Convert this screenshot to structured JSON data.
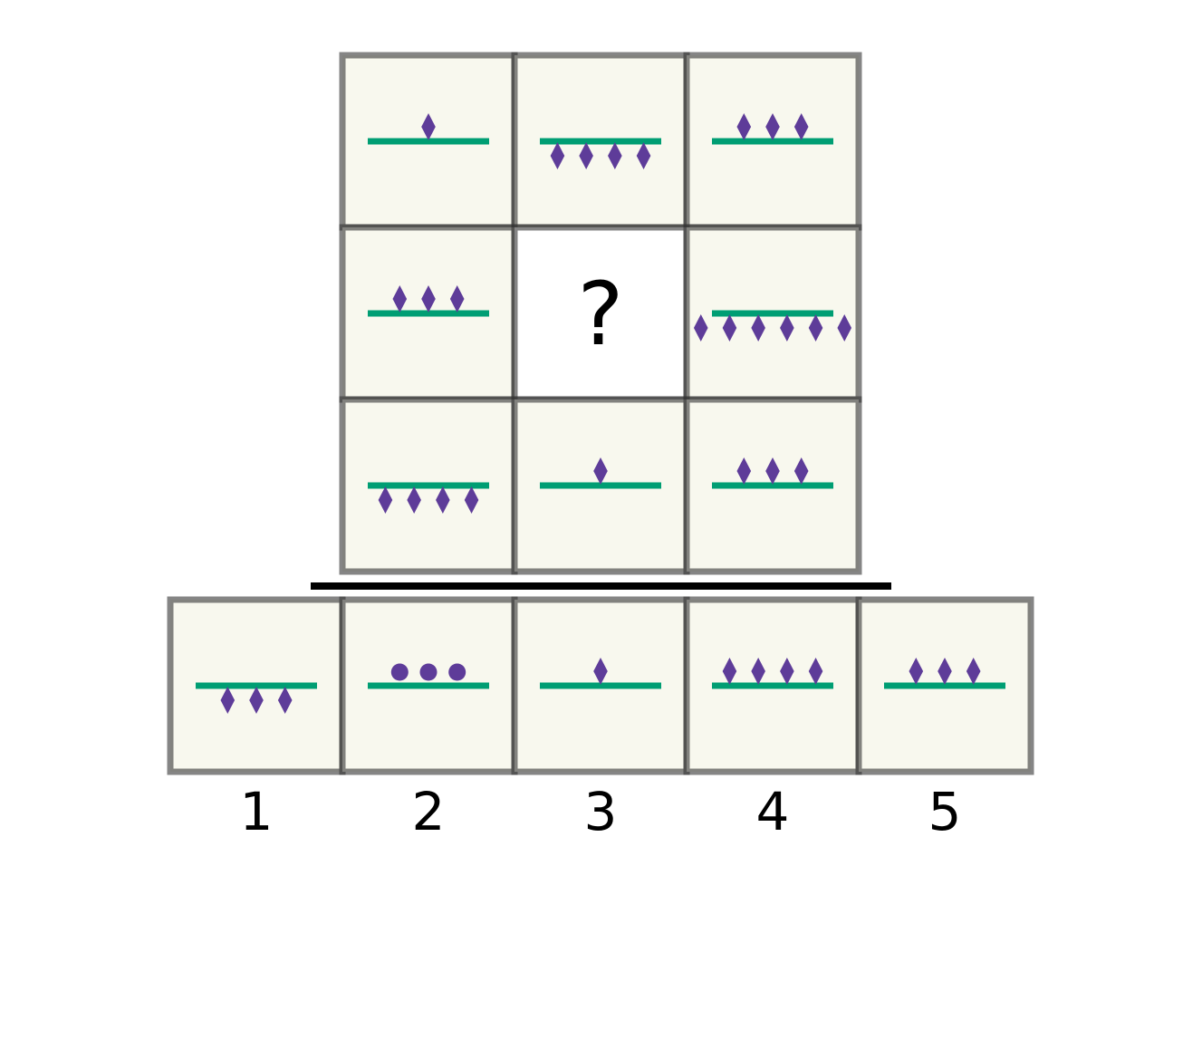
{
  "puzzle": {
    "question_mark": "?",
    "colors": {
      "cell_fill": "#f8f8ee",
      "blank_fill": "#ffffff",
      "border": "#333333",
      "line": "#009e73",
      "shape": "#5e3c99",
      "separator": "#000000"
    },
    "grid": [
      [
        {
          "count": 1,
          "shape": "diamond",
          "position": "above"
        },
        {
          "count": 4,
          "shape": "diamond",
          "position": "below"
        },
        {
          "count": 3,
          "shape": "diamond",
          "position": "above"
        }
      ],
      [
        {
          "count": 3,
          "shape": "diamond",
          "position": "above"
        },
        {
          "blank": true
        },
        {
          "count": 6,
          "shape": "diamond",
          "position": "below"
        }
      ],
      [
        {
          "count": 4,
          "shape": "diamond",
          "position": "below"
        },
        {
          "count": 1,
          "shape": "diamond",
          "position": "above"
        },
        {
          "count": 3,
          "shape": "diamond",
          "position": "above"
        }
      ]
    ],
    "answers": [
      {
        "label": "1",
        "count": 3,
        "shape": "diamond",
        "position": "below"
      },
      {
        "label": "2",
        "count": 3,
        "shape": "circle",
        "position": "above"
      },
      {
        "label": "3",
        "count": 1,
        "shape": "diamond",
        "position": "above"
      },
      {
        "label": "4",
        "count": 4,
        "shape": "diamond",
        "position": "above"
      },
      {
        "label": "5",
        "count": 3,
        "shape": "diamond",
        "position": "above"
      }
    ]
  }
}
